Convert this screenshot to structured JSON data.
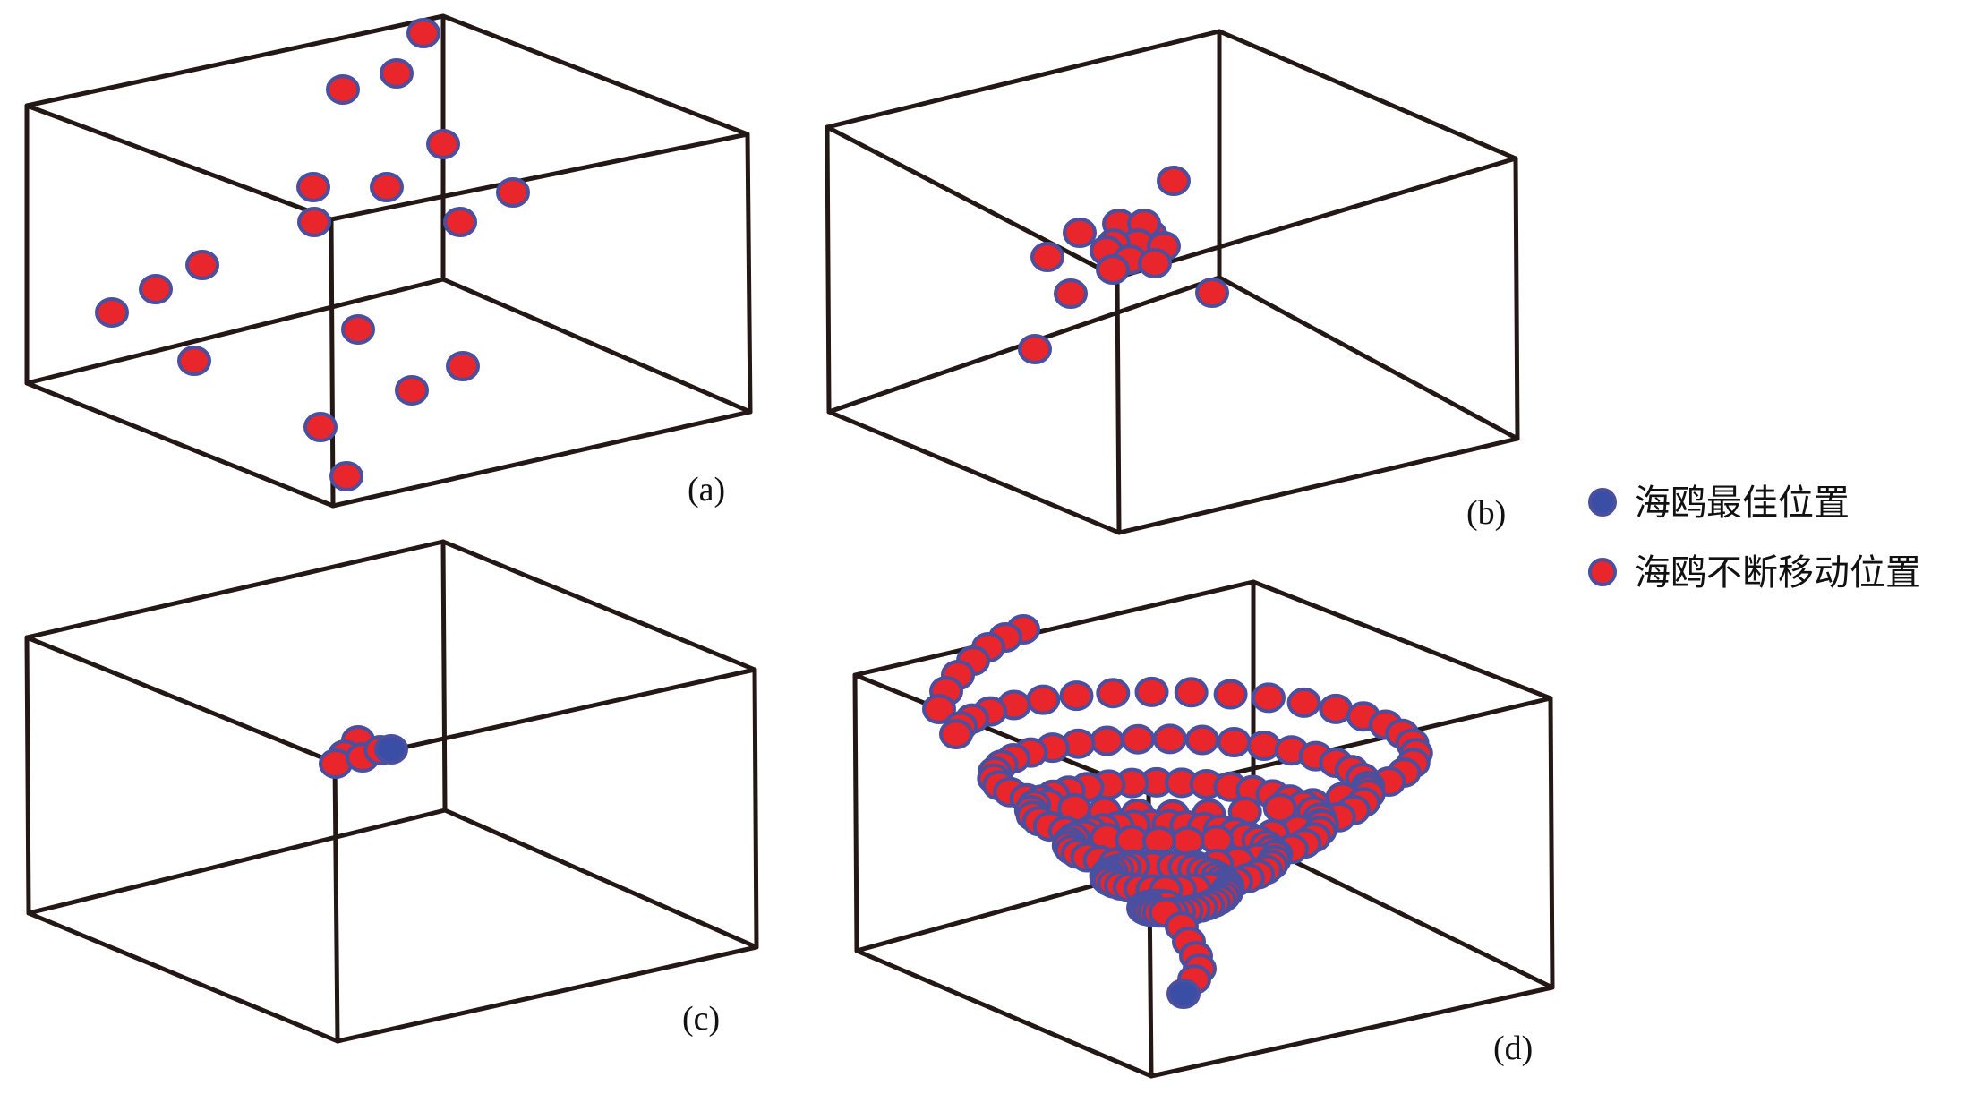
{
  "colors": {
    "moving": "#e8262b",
    "best": "#3b4ea6",
    "outline": "#4a4fa0"
  },
  "panels": [
    {
      "label": "(a)"
    },
    {
      "label": "(b)"
    },
    {
      "label": "(c)"
    },
    {
      "label": "(d)"
    }
  ],
  "legend": {
    "best_label": "海鸥最佳位置",
    "moving_label": "海鸥不断移动位置"
  }
}
